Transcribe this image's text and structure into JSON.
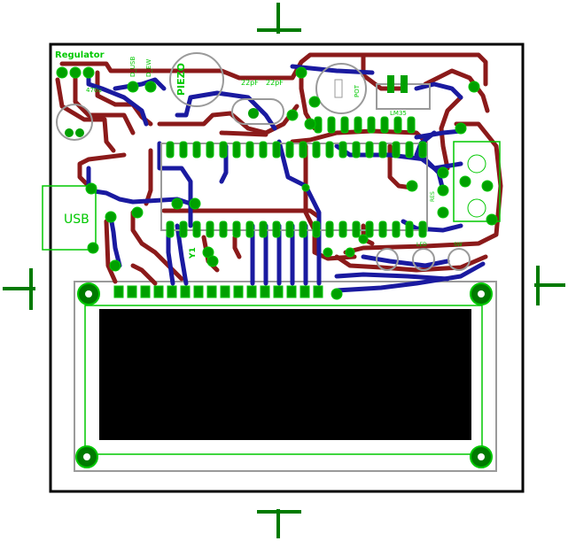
{
  "board": {
    "colors": {
      "outline": "#000000",
      "top_copper": "#8b1a1a",
      "bottom_copper": "#1a1aa0",
      "silkscreen": "#00c800",
      "pad": "#008000",
      "component_body": "#888888",
      "lcd_window": "#000000"
    }
  },
  "labels": {
    "regulator": "Regulator",
    "d_usb": "D_USB",
    "d_ew": "D_EW",
    "piezo": "PIEZO",
    "c22a": "22pF",
    "c22b": "22pF",
    "c470": "470u",
    "lm35": "LM35",
    "usb": "USB",
    "y1": "Y1",
    "pot": "POT",
    "reset": "RES",
    "led1": "LED",
    "sw": "SW"
  },
  "icons": [
    "registration-mark-icon"
  ]
}
